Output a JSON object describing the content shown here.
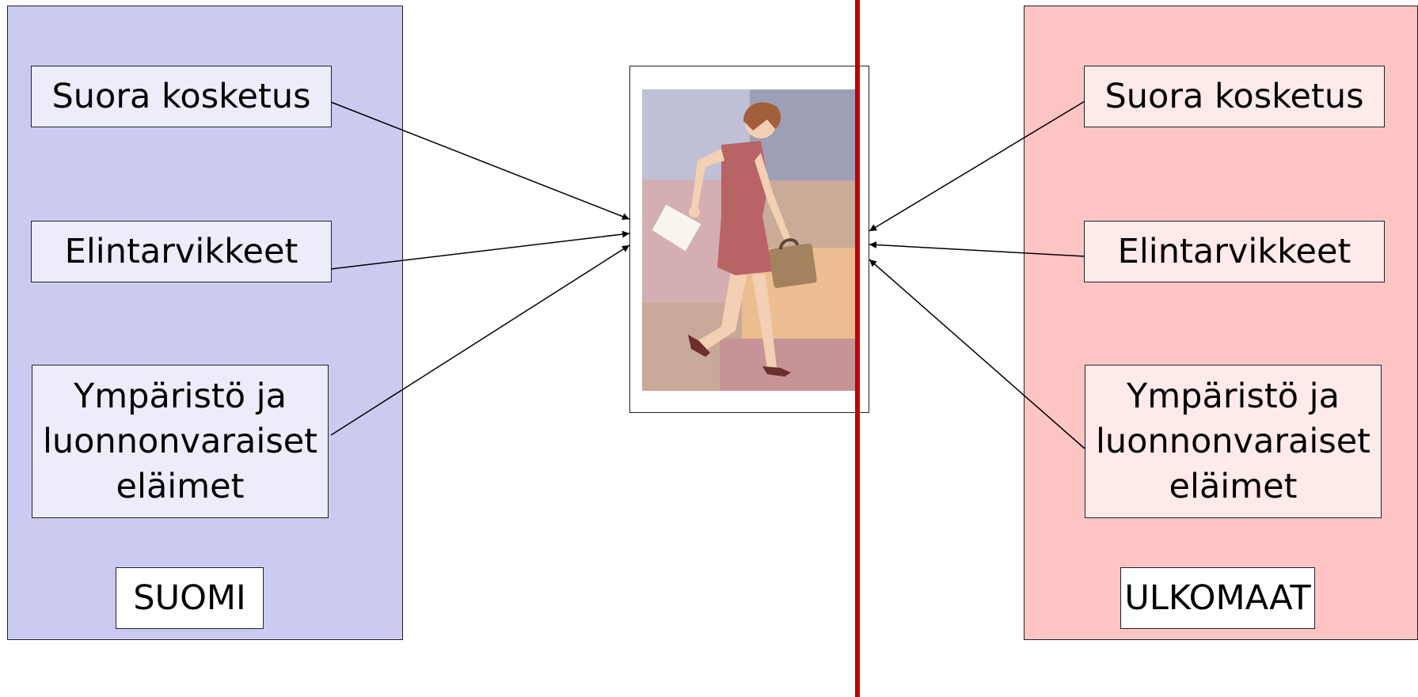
{
  "left_panel": {
    "items": [
      "Suora kosketus",
      "Elintarvikkeet",
      "Ympäristö ja luonnonvaraiset eläimet"
    ],
    "country": "SUOMI"
  },
  "right_panel": {
    "items": [
      "Suora kosketus",
      "Elintarvikkeet",
      "Ympäristö ja luonnonvaraiset eläimet"
    ],
    "country": "ULKOMAAT"
  },
  "colors": {
    "left_panel": "#cbcbf1",
    "right_panel": "#ffc5c5",
    "divider": "#c00000"
  },
  "illustration": "woman-walking-with-briefcase-clipart"
}
